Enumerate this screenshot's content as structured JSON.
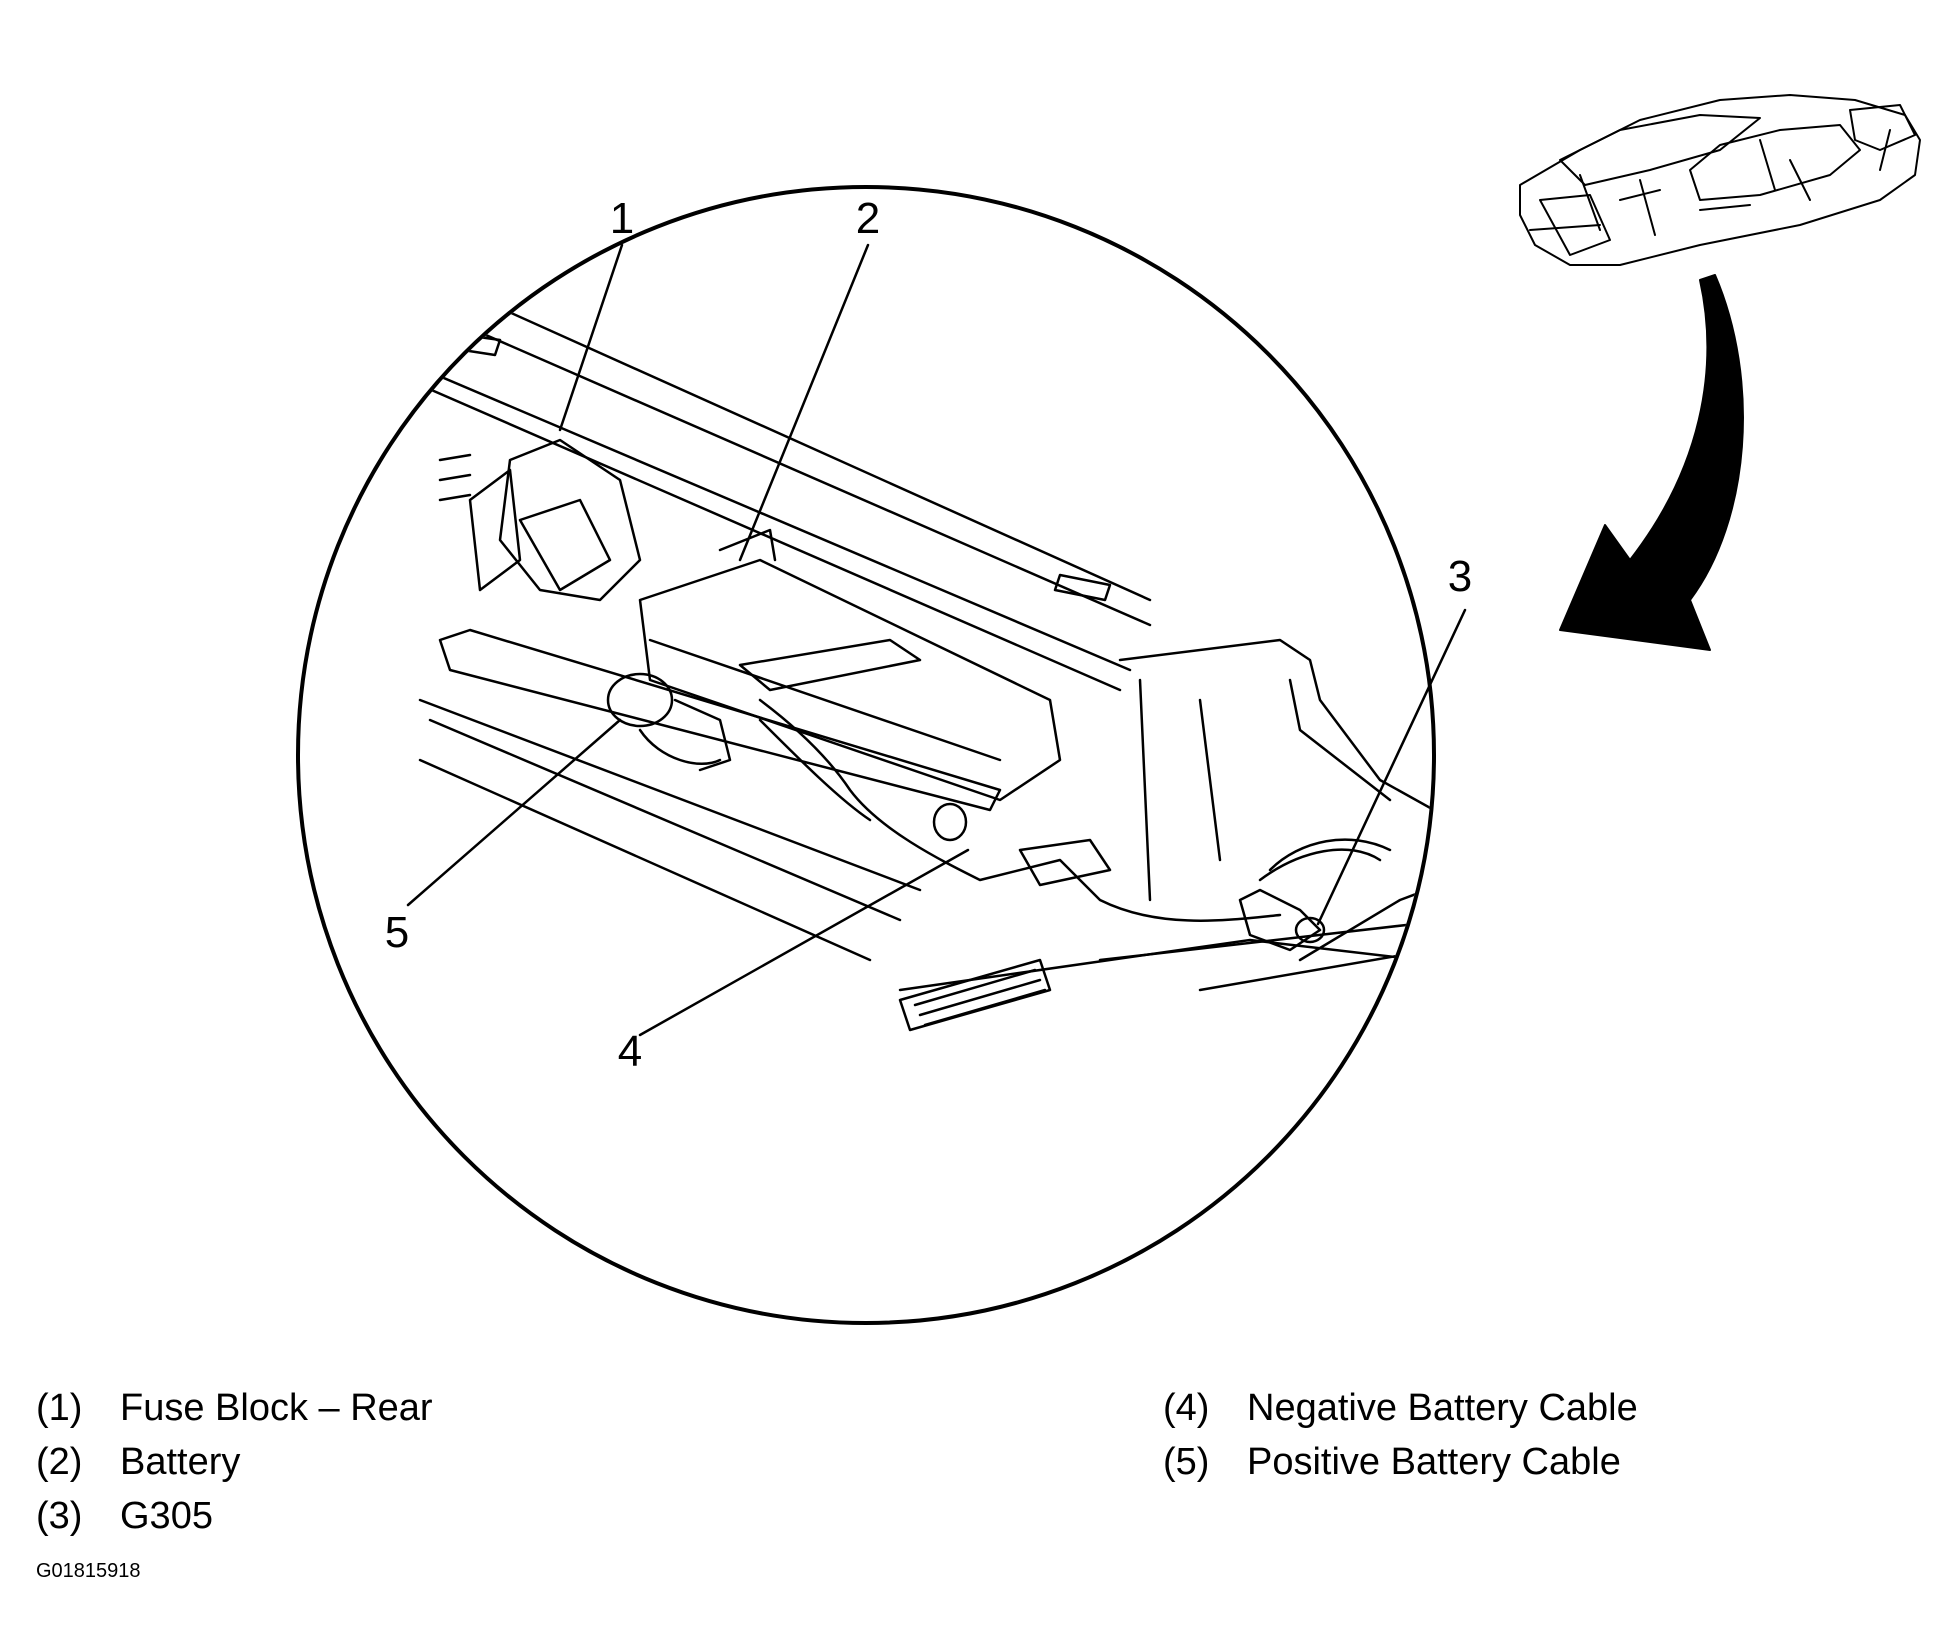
{
  "callouts": [
    "1",
    "2",
    "3",
    "4",
    "5"
  ],
  "legend": [
    {
      "num": "(1)",
      "label": "Fuse Block – Rear"
    },
    {
      "num": "(2)",
      "label": "Battery"
    },
    {
      "num": "(3)",
      "label": "G305"
    },
    {
      "num": "(4)",
      "label": "Negative Battery Cable"
    },
    {
      "num": "(5)",
      "label": "Positive Battery Cable"
    }
  ],
  "figure_id": "G01815918",
  "colors": {
    "line": "#000000",
    "background": "#ffffff"
  }
}
